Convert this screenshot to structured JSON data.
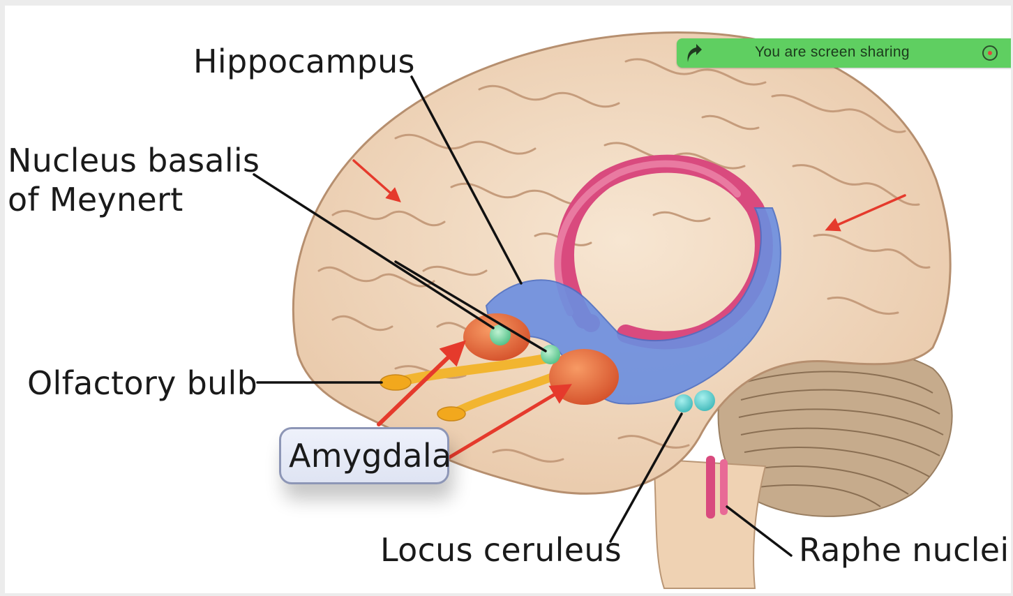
{
  "labels": {
    "hippocampus": "Hippocampus",
    "nucleus_basalis_line1": "Nucleus basalis",
    "nucleus_basalis_line2": "of Meynert",
    "olfactory_bulb": "Olfactory bulb",
    "amygdala": "Amygdala",
    "locus_ceruleus": "Locus ceruleus",
    "raphe_nuclei": "Raphe nuclei"
  },
  "screen_share_banner": {
    "text": "You are screen sharing",
    "icons": [
      "share-arrow-icon",
      "stop-share-icon"
    ],
    "color": "#5fcf61"
  },
  "colors": {
    "brain_tissue": "#f1d8bf",
    "hippocampus_blue": "#6b8ee0",
    "fornix_pink": "#d94a7e",
    "amygdala_orange": "#e86a3c",
    "olfactory_yellow": "#f2b530",
    "nucleus_green": "#7ed3a0",
    "annotation_arrow_red": "#e53a2c",
    "leader_line": "#111111"
  }
}
